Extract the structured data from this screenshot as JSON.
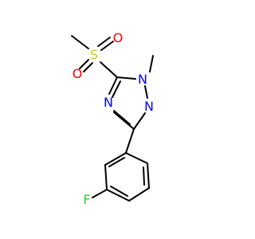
{
  "molecule": {
    "atoms": {
      "sulfur": "S",
      "oxygen_top": "O",
      "oxygen_left": "O",
      "nitrogen_n1": "N",
      "nitrogen_n2": "N",
      "nitrogen_n4": "N",
      "fluorine": "F"
    },
    "colors": {
      "bond": "#000000",
      "sulfur": "#cccc00",
      "oxygen": "#ff0000",
      "nitrogen": "#0000ff",
      "fluorine": "#33cc33"
    }
  }
}
